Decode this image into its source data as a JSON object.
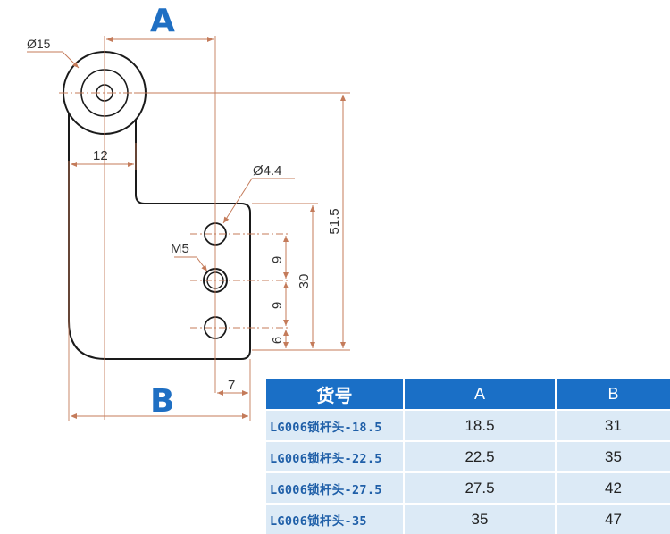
{
  "drawing": {
    "labels": {
      "a": "A",
      "b": "B"
    },
    "dimensions": {
      "outer_diameter": "Ø15",
      "width_12": "12",
      "hole_diameter": "Ø4.4",
      "thread": "M5",
      "spacing_upper": "9",
      "spacing_lower": "9",
      "bottom_offset": "6",
      "span_30": "30",
      "height_total": "51.5",
      "bottom_7": "7"
    }
  },
  "table": {
    "headers": [
      "货号",
      "A",
      "B"
    ],
    "rows": [
      {
        "code": "LG006锁杆头-18.5",
        "a": "18.5",
        "b": "31"
      },
      {
        "code": "LG006锁杆头-22.5",
        "a": "22.5",
        "b": "35"
      },
      {
        "code": "LG006锁杆头-27.5",
        "a": "27.5",
        "b": "42"
      },
      {
        "code": "LG006锁杆头-35",
        "a": "35",
        "b": "47"
      }
    ]
  }
}
